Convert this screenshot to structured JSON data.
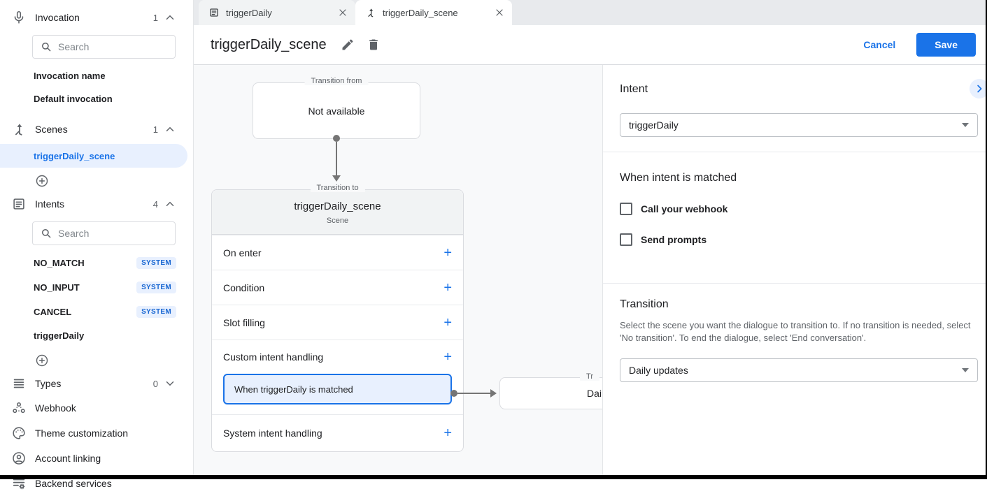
{
  "colors": {
    "accent": "#1a73e8",
    "selected_bg": "#e8f0fe",
    "badge_bg": "#e8f0fe",
    "badge_text": "#1967d2",
    "canvas_bg": "#f8f9fa"
  },
  "sidebar": {
    "invocation": {
      "label": "Invocation",
      "count": "1",
      "search_placeholder": "Search",
      "items": [
        "Invocation name",
        "Default invocation"
      ]
    },
    "scenes": {
      "label": "Scenes",
      "count": "1",
      "selected_item": "triggerDaily_scene"
    },
    "intents": {
      "label": "Intents",
      "count": "4",
      "search_placeholder": "Search",
      "badge": "SYSTEM",
      "items": [
        "NO_MATCH",
        "NO_INPUT",
        "CANCEL",
        "triggerDaily"
      ]
    },
    "types": {
      "label": "Types",
      "count": "0"
    },
    "links": [
      "Webhook",
      "Theme customization",
      "Account linking",
      "Backend services"
    ]
  },
  "tabs": {
    "tab1": "triggerDaily",
    "tab2": "triggerDaily_scene"
  },
  "header": {
    "title": "triggerDaily_scene",
    "cancel_label": "Cancel",
    "save_label": "Save"
  },
  "canvas": {
    "transition_from": {
      "legend": "Transition from",
      "text": "Not available"
    },
    "scene_card": {
      "legend": "Transition to",
      "title": "triggerDaily_scene",
      "subtitle": "Scene",
      "rows": [
        "On enter",
        "Condition",
        "Slot filling",
        "Custom intent handling",
        "System intent handling"
      ],
      "add_symbol": "+",
      "sub_item": "When triggerDaily is matched"
    },
    "clipped_box": {
      "legend_partial": "Tr",
      "text_partial": "Dail"
    }
  },
  "panel": {
    "intent_heading": "Intent",
    "intent_value": "triggerDaily",
    "matched_heading": "When intent is matched",
    "webhook_checkbox": "Call your webhook",
    "prompts_checkbox": "Send prompts",
    "transition_heading": "Transition",
    "transition_description": "Select the scene you want the dialogue to transition to. If no transition is needed, select 'No transition'. To end the dialogue, select 'End conversation'.",
    "transition_value": "Daily updates"
  }
}
